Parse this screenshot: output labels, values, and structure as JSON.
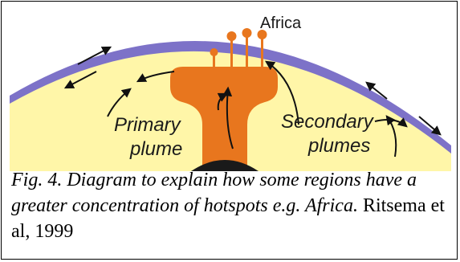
{
  "diagram": {
    "africa_label": "Africa",
    "primary_label_line1": "Primary",
    "primary_label_line2": "plume",
    "secondary_label_line1": "Secondary",
    "secondary_label_line2": "plumes",
    "colors": {
      "mantle": "#fff6a8",
      "crust": "#7d72c8",
      "plume": "#e8761e",
      "core": "#1a1a1a",
      "arrows": "#111111"
    }
  },
  "caption": {
    "fig_text": "Fig. 4.  Diagram to explain how some regions have a greater concentration of hotspots e.g. Africa.",
    "citation": " Ritsema et al, 1999"
  }
}
